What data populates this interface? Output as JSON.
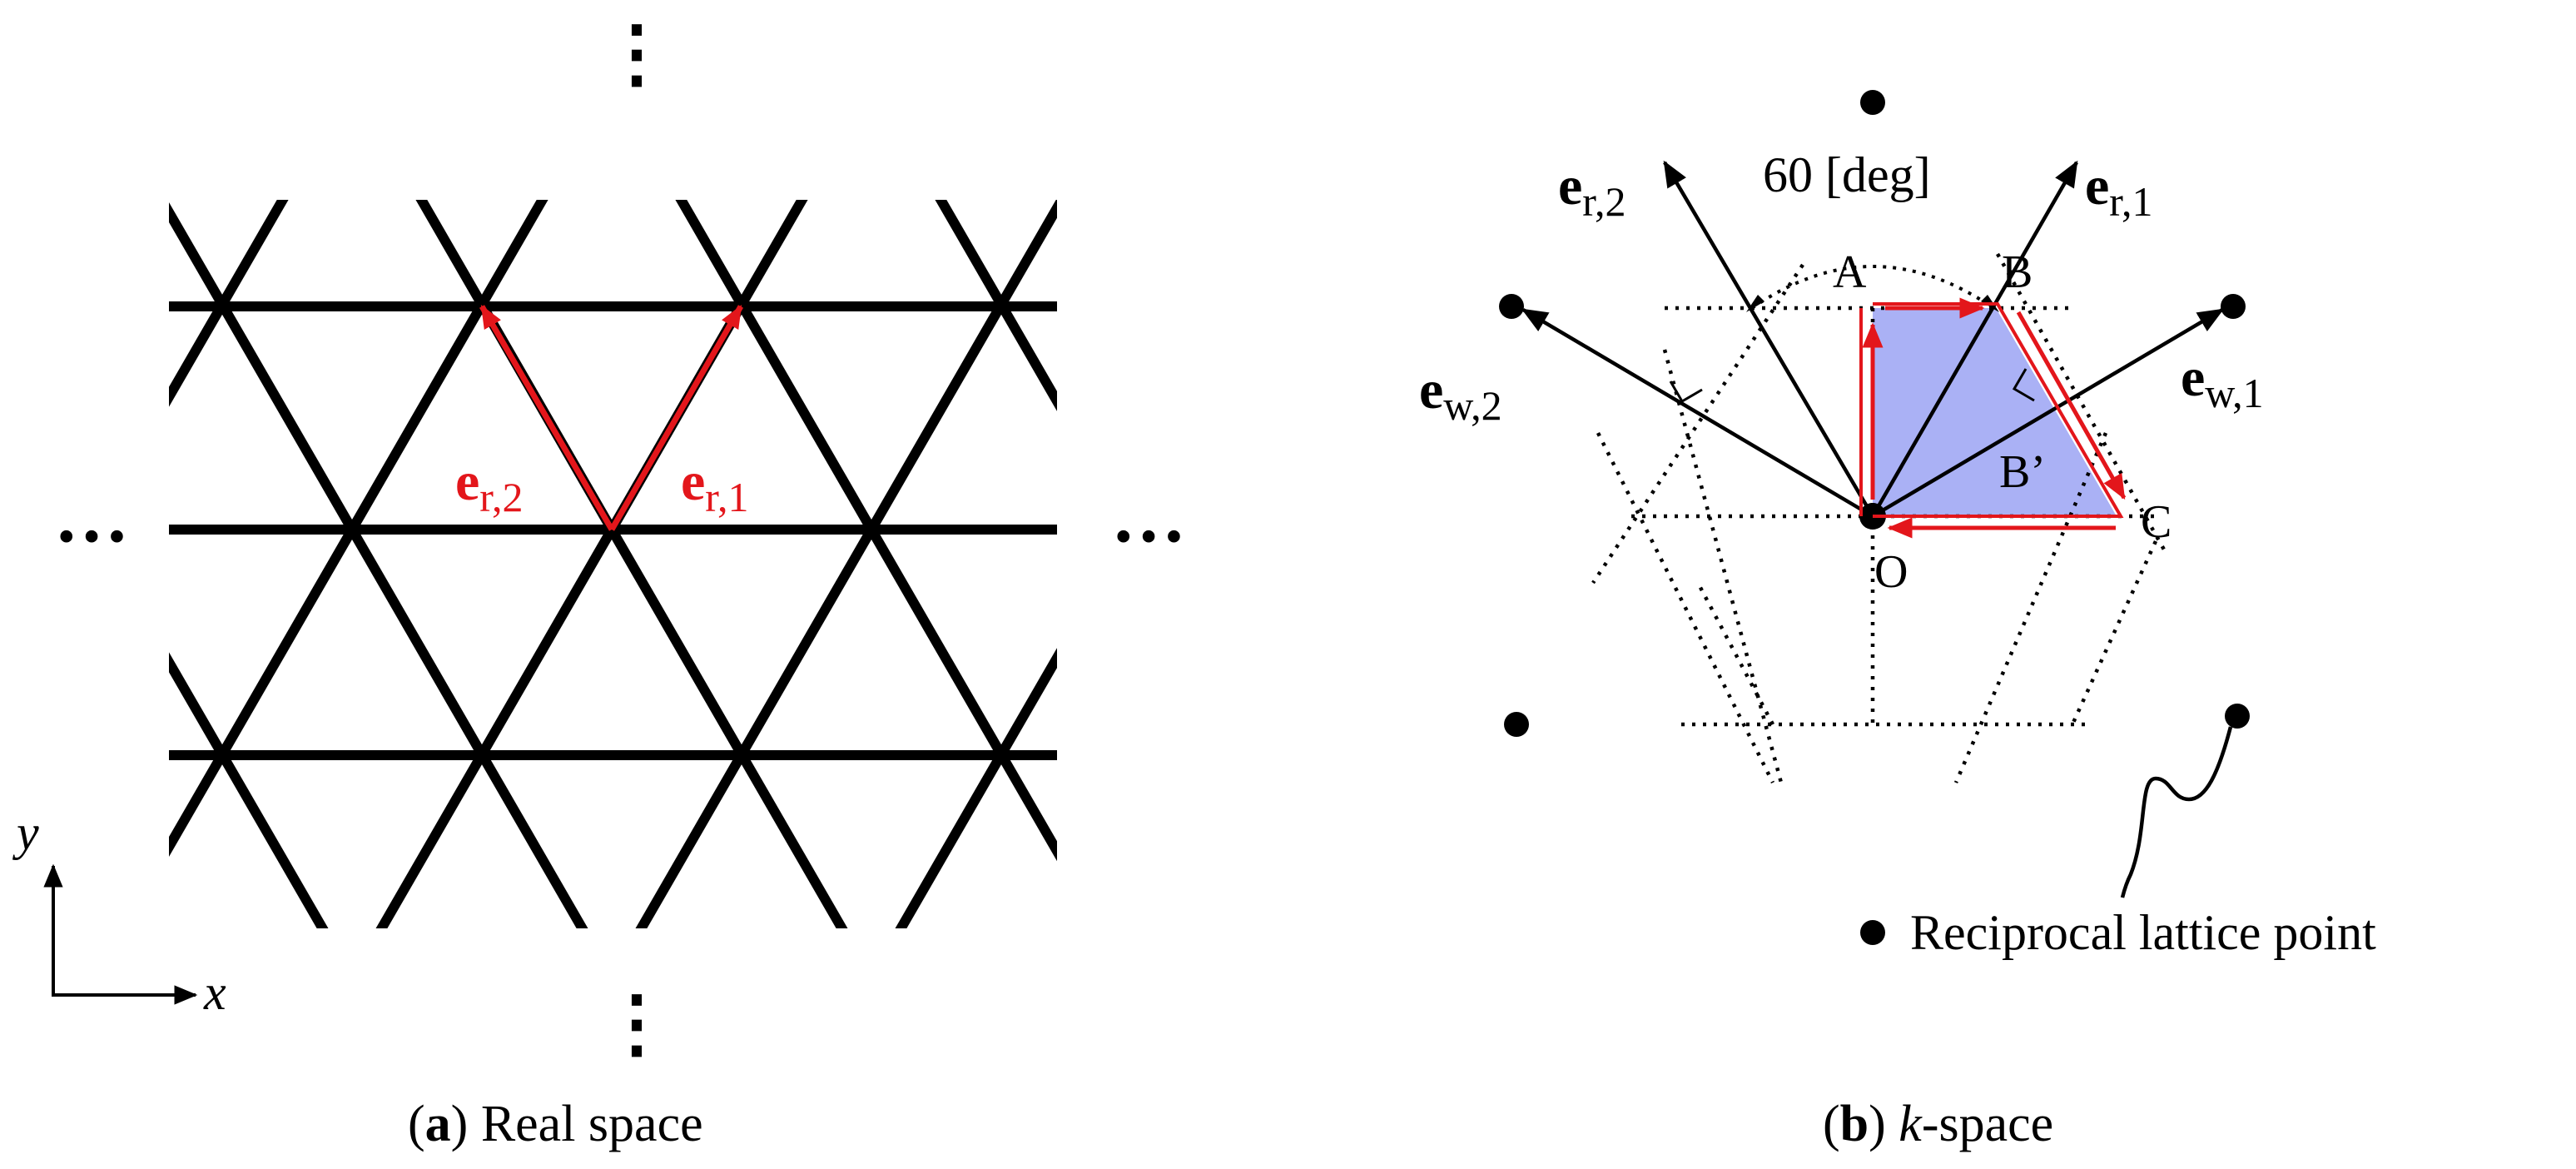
{
  "panel_a": {
    "caption_letter": "a",
    "caption_rest": " Real space",
    "vector_r1": {
      "base": "e",
      "sub": "r,1"
    },
    "vector_r2": {
      "base": "e",
      "sub": "r,2"
    },
    "axis_x": "x",
    "axis_y": "y",
    "ellipsis_h": "…",
    "ellipsis_v": "⋮"
  },
  "panel_b": {
    "caption_letter": "b",
    "caption_k": "k",
    "caption_rest": "-space",
    "angle_label": "60 [deg]",
    "vector_r1": {
      "base": "e",
      "sub": "r,1"
    },
    "vector_r2": {
      "base": "e",
      "sub": "r,2"
    },
    "vector_w1": {
      "base": "e",
      "sub": "w,1"
    },
    "vector_w2": {
      "base": "e",
      "sub": "w,2"
    },
    "points": {
      "A": "A",
      "B": "B",
      "B_prime": "B’",
      "C": "C",
      "O": "O"
    },
    "legend_reciprocal": "Reciprocal lattice point"
  },
  "colors": {
    "red": "#e3161b",
    "ibz_fill": "#aab1f5",
    "black": "#000000"
  }
}
